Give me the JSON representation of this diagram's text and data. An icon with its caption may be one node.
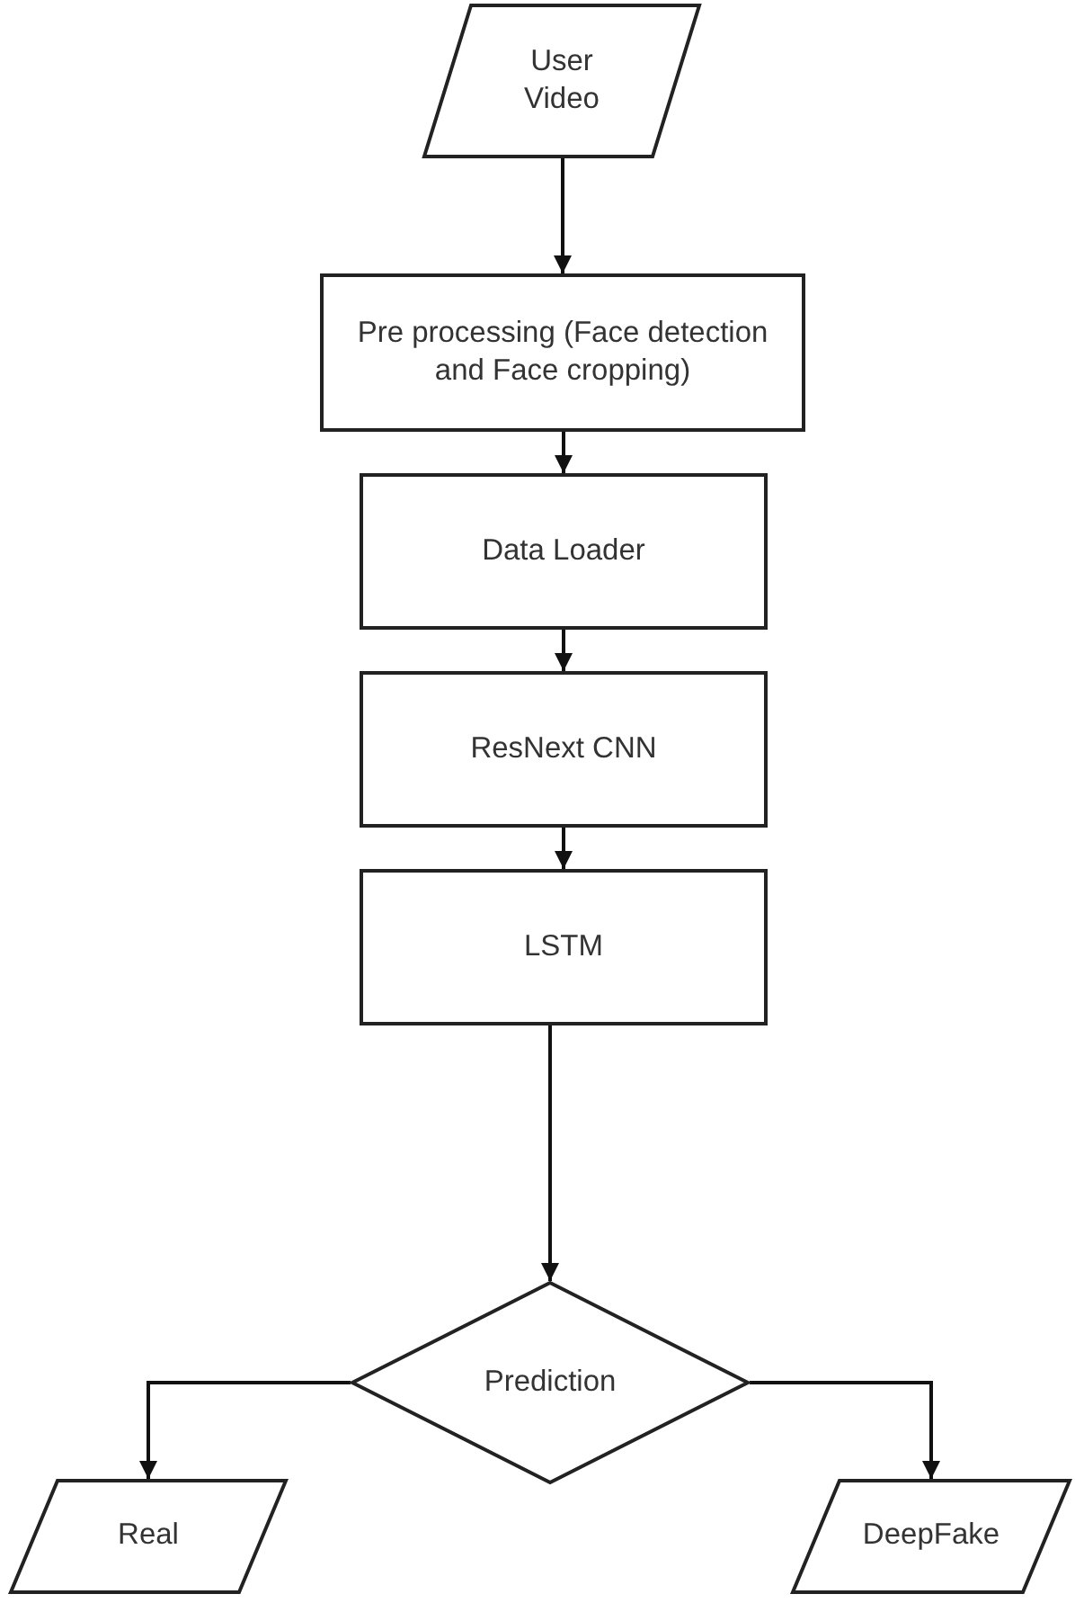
{
  "diagram": {
    "nodes": [
      {
        "text": [
          "User Video"
        ]
      },
      {
        "text": [
          "Pre processing (Face detection and Face cropping)"
        ]
      },
      {
        "text": [
          "Data Loader"
        ]
      },
      {
        "text": [
          "ResNext CNN"
        ]
      },
      {
        "text": [
          "LSTM"
        ]
      },
      {
        "text": [
          "Prediction"
        ]
      },
      {
        "text": [
          "Real"
        ]
      },
      {
        "text": [
          "DeepFake"
        ]
      }
    ],
    "edges": [
      {
        "from": 0,
        "to": 1,
        "arrow": "to"
      },
      {
        "from": 1,
        "to": 2,
        "arrow": "to"
      },
      {
        "from": 2,
        "to": 3,
        "arrow": "to"
      },
      {
        "from": 3,
        "to": 4,
        "arrow": "to"
      },
      {
        "from": 4,
        "to": 5,
        "arrow": "to"
      },
      {
        "from": 5,
        "to": 6,
        "arrow": "to"
      },
      {
        "from": 5,
        "to": 7,
        "arrow": "to"
      }
    ]
  }
}
